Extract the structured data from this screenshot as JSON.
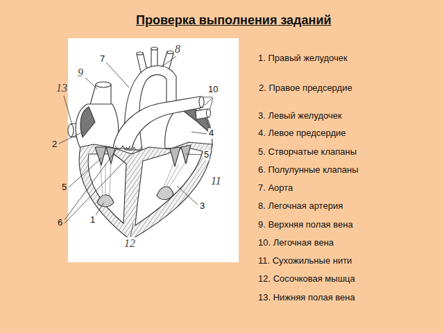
{
  "diagram": {
    "title": "Проверка выполнения заданий",
    "labels": [
      "7",
      "8",
      "9",
      "13",
      "10",
      "2",
      "4",
      "5",
      "11",
      "5",
      "3",
      "1",
      "6",
      "12",
      "1. Правый желудочек",
      "2. Правое предсердие",
      "3. Левый желудочек",
      "4. Левое предсердие",
      "5. Створчатые клапаны",
      "6. Полулунные клапаны",
      "7. Аорта",
      "8. Легочная артерия",
      "9. Верхняя полая вена",
      "10. Легочная вена",
      "11. Сухожильные нити",
      "12. Сосочковая мышца",
      "13. Нижняя полая вена"
    ]
  }
}
